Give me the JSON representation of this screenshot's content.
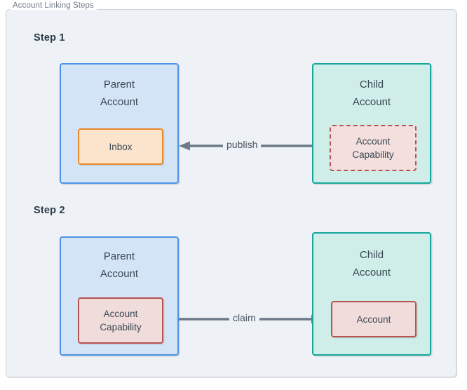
{
  "frame": {
    "legend": "Account Linking Steps",
    "background": "#eef1f5",
    "border_color": "#ccd2dd"
  },
  "palette": {
    "parent_fill": "#d4e4f7",
    "parent_border": "#4d94e8",
    "child_fill": "#cfeee9",
    "child_border": "#15a79b",
    "inbox_fill": "#fbe3cc",
    "inbox_border": "#e8892b",
    "capability_fill": "#f1dcdc",
    "capability_border": "#b85450",
    "arrow_color": "#6c7a89",
    "text_color": "#3a4853",
    "heading_color": "#2b3a49"
  },
  "steps": [
    {
      "label": "Step 1",
      "parent": {
        "title": "Parent\nAccount",
        "inner": {
          "label": "Inbox",
          "style": "solid",
          "kind": "inbox"
        }
      },
      "child": {
        "title": "Child\nAccount",
        "inner": {
          "label": "Account\nCapability",
          "style": "dashed",
          "kind": "capability"
        }
      },
      "arrow": {
        "label": "publish",
        "direction": "right-to-left",
        "from": "child",
        "to": "parent"
      }
    },
    {
      "label": "Step 2",
      "parent": {
        "title": "Parent\nAccount",
        "inner": {
          "label": "Account\nCapability",
          "style": "solid",
          "kind": "capability"
        }
      },
      "child": {
        "title": "Child\nAccount",
        "inner": {
          "label": "Account",
          "style": "solid",
          "kind": "account"
        }
      },
      "arrow": {
        "label": "claim",
        "direction": "left-to-right",
        "from": "parent",
        "to": "child"
      }
    }
  ]
}
